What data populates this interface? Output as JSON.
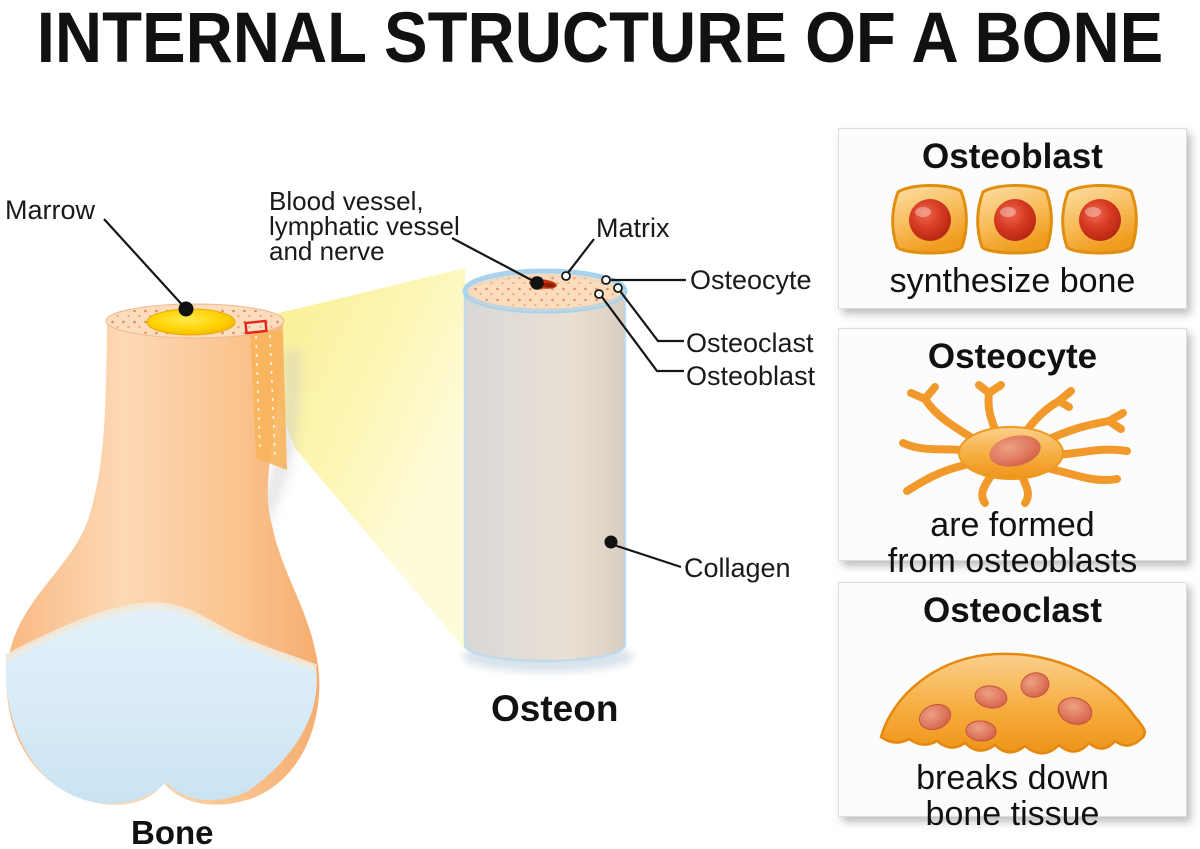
{
  "title": "INTERNAL STRUCTURE OF A BONE",
  "diagram": {
    "labels": {
      "marrow": "Marrow",
      "blood_vessel_line1": "Blood vessel,",
      "blood_vessel_line2": "lymphatic vessel",
      "blood_vessel_line3": "and nerve",
      "matrix": "Matrix",
      "osteocyte": "Osteocyte",
      "osteoclast": "Osteoclast",
      "osteoblast": "Osteoblast",
      "collagen": "Collagen"
    },
    "captions": {
      "bone": "Bone",
      "osteon": "Osteon"
    }
  },
  "cards": [
    {
      "title": "Osteoblast",
      "icon": "osteoblast-cells-icon",
      "caption_line1": "synthesize bone",
      "caption_line2": ""
    },
    {
      "title": "Osteocyte",
      "icon": "osteocyte-cell-icon",
      "caption_line1": "are formed",
      "caption_line2": "from osteoblasts"
    },
    {
      "title": "Osteoclast",
      "icon": "osteoclast-cell-icon",
      "caption_line1": "breaks down",
      "caption_line2": "bone tissue"
    }
  ],
  "colors": {
    "text_black": "#1a1a1a",
    "card_bg": "#fcfcfc",
    "card_border": "#dddddd",
    "bone_peach": "#f9be8c",
    "bone_rim": "#fbdcbd",
    "marrow_yellow": "#ffd100",
    "cartilage_blue": "#d9ebf7",
    "beam_yellow": "#fbf29b",
    "cylinder_beige": "#e6dcd0",
    "cylinder_ring_blue": "#a7d3ee",
    "cell_orange": "#f5a129",
    "nucleus_red": "#c03020",
    "vessel_red": "#c93410",
    "marker_red": "#e5261a"
  }
}
